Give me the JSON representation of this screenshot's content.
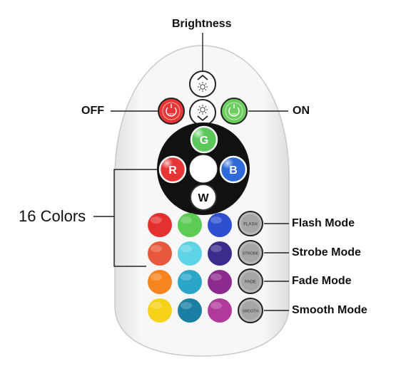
{
  "callouts": {
    "brightness": "Brightness",
    "off": "OFF",
    "on": "ON",
    "colors": "16 Colors",
    "flash": "Flash Mode",
    "strobe": "Strobe Mode",
    "fade": "Fade Mode",
    "smooth": "Smooth Mode"
  },
  "buttons": {
    "off": "OFF",
    "on": "ON",
    "g": "G",
    "r": "R",
    "b": "B",
    "w": "W",
    "flash": "FLASH",
    "strobe": "STROBE",
    "fade": "FADE",
    "smooth": "SMOOTH"
  },
  "colors": {
    "body": "#f4f4f4",
    "red": "#e53535",
    "green": "#5ac85a",
    "blue": "#2e6bd6",
    "black": "#111111",
    "swatches": [
      [
        "#e53030",
        "#5ccc55",
        "#2d4fd0"
      ],
      [
        "#e8583a",
        "#5fd4e6",
        "#3a2c8c"
      ],
      [
        "#f7841f",
        "#2aa6c8",
        "#8b2b8e"
      ],
      [
        "#f7d21a",
        "#1a7fa2",
        "#b03a9c"
      ]
    ]
  }
}
